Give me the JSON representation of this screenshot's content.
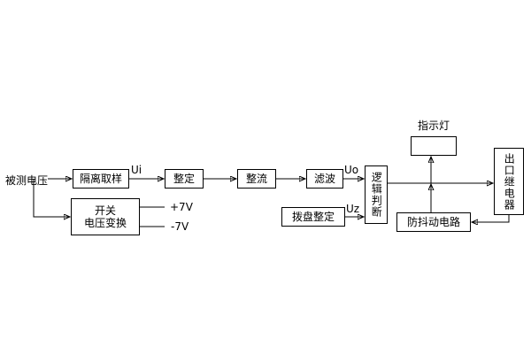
{
  "page": {
    "background": "#ffffff",
    "line_color": "#000000"
  },
  "diagram": {
    "source_label": "被测电压",
    "blocks": {
      "isolation": {
        "label": "隔离取样"
      },
      "setting": {
        "label": "整定"
      },
      "rectifier": {
        "label": "整流"
      },
      "filter": {
        "label": "滤波"
      },
      "logic": {
        "label": "逻辑判断"
      },
      "switch": {
        "line1": "开关",
        "line2": "电压变换"
      },
      "dial": {
        "label": "拨盘整定"
      },
      "indicator": {
        "label": "指示灯"
      },
      "relay": {
        "label": "出口继电器"
      },
      "debounce": {
        "label": "防抖动电路"
      }
    },
    "signals": {
      "ui": "Ui",
      "uo": "Uo",
      "uz": "Uz",
      "plus7v": "+7V",
      "minus7v": "-7V"
    }
  }
}
